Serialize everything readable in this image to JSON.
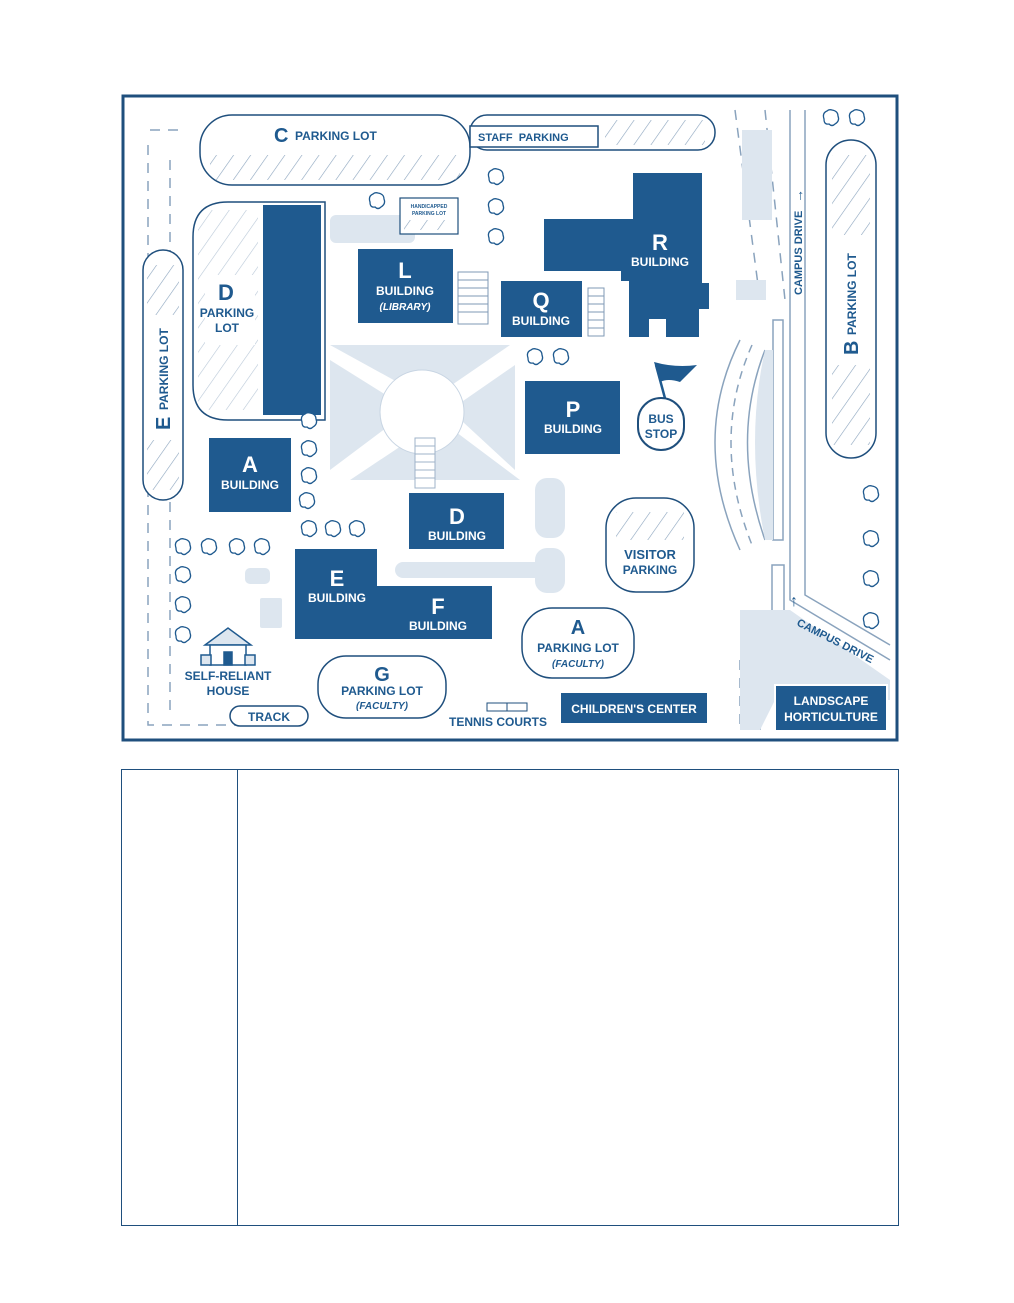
{
  "colors": {
    "navy": "#1f5a8f",
    "frame": "#1f4f7d",
    "light": "#dde6ef",
    "line": "#9fb3c8",
    "white": "#ffffff"
  },
  "buildings": {
    "L": {
      "letter": "L",
      "word": "BUILDING",
      "note": "(LIBRARY)"
    },
    "Q": {
      "letter": "Q",
      "word": "BUILDING"
    },
    "R": {
      "letter": "R",
      "word": "BUILDING"
    },
    "P": {
      "letter": "P",
      "word": "BUILDING"
    },
    "A": {
      "letter": "A",
      "word": "BUILDING"
    },
    "D": {
      "letter": "D",
      "word": "BUILDING"
    },
    "E": {
      "letter": "E",
      "word": "BUILDING"
    },
    "F": {
      "letter": "F",
      "word": "BUILDING"
    }
  },
  "lots": {
    "C": {
      "letter": "C",
      "text": "PARKING LOT"
    },
    "staff": "STAFF  PARKING",
    "handicapped": [
      "HANDICAPPED",
      "PARKING LOT"
    ],
    "D": {
      "letter": "D",
      "line1": "PARKING",
      "line2": "LOT"
    },
    "E": {
      "letter": "E",
      "text": "PARKING LOT"
    },
    "B": {
      "letter": "B",
      "text": "PARKING LOT"
    },
    "A": {
      "letter": "A",
      "text": "PARKING LOT",
      "note": "(FACULTY)"
    },
    "G": {
      "letter": "G",
      "text": "PARKING LOT",
      "note": "(FACULTY)"
    },
    "visitor": {
      "line1": "VISITOR",
      "line2": "PARKING"
    }
  },
  "places": {
    "bus_stop": [
      "BUS",
      "STOP"
    ],
    "self_reliant": [
      "SELF-RELIANT",
      "HOUSE"
    ],
    "track": "TRACK",
    "tennis": "TENNIS COURTS",
    "childrens_center": "CHILDREN'S CENTER",
    "landscape": [
      "LANDSCAPE",
      "HORTICULTURE"
    ]
  },
  "roads": {
    "campus_drive_v": "CAMPUS DRIVE",
    "campus_drive_d": "CAMPUS DRIVE"
  }
}
